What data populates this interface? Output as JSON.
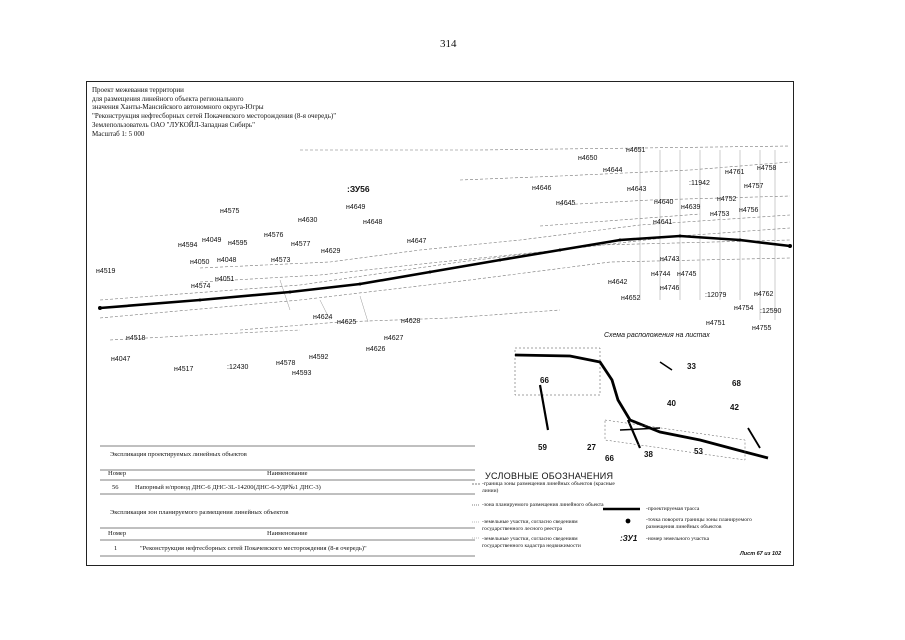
{
  "page_number": "314",
  "title_block": {
    "lines": [
      "Проект межевания территории",
      "для размещения линейного объекта регионального",
      "значения Ханты-Мансийского автономного округа-Югры",
      "\"Реконструкция нефтесборных сетей Покачевского месторождения (8-я очередь)\"",
      "Землепользователь ОАО \"ЛУКОЙЛ-Западная Сибирь\"",
      "Масштаб 1: 5 000"
    ]
  },
  "map": {
    "zone_label": ":ЗУ56",
    "parcel_labels": [
      {
        "text": "н4575"
      },
      {
        "text": "н4649"
      },
      {
        "text": "н4630"
      },
      {
        "text": "н4648"
      },
      {
        "text": "н4576"
      },
      {
        "text": "н4049"
      },
      {
        "text": "н4595"
      },
      {
        "text": "н4594"
      },
      {
        "text": "н4577"
      },
      {
        "text": "н4629"
      },
      {
        "text": "н4050"
      },
      {
        "text": "н4048"
      },
      {
        "text": "н4573"
      },
      {
        "text": "н4647"
      },
      {
        "text": "н4519"
      },
      {
        "text": "н4051"
      },
      {
        "text": "н4574"
      },
      {
        "text": "н4650"
      },
      {
        "text": "н4651"
      },
      {
        "text": "н4644"
      },
      {
        "text": "н4646"
      },
      {
        "text": "н4643"
      },
      {
        "text": ":11942"
      },
      {
        "text": "н4761"
      },
      {
        "text": "н4758"
      },
      {
        "text": "н4757"
      },
      {
        "text": "н4645"
      },
      {
        "text": "н4640"
      },
      {
        "text": "н4639"
      },
      {
        "text": "н4752"
      },
      {
        "text": "н4756"
      },
      {
        "text": "н4753"
      },
      {
        "text": "н4641"
      },
      {
        "text": "н4743"
      },
      {
        "text": "н4744"
      },
      {
        "text": "н4745"
      },
      {
        "text": "н4642"
      },
      {
        "text": "н4746"
      },
      {
        "text": "н4652"
      },
      {
        "text": ":12079"
      },
      {
        "text": "н4762"
      },
      {
        "text": "н4754"
      },
      {
        "text": ":12590"
      },
      {
        "text": "н4751"
      },
      {
        "text": "н4755"
      },
      {
        "text": "н4624"
      },
      {
        "text": "н4625"
      },
      {
        "text": "н4628"
      },
      {
        "text": "н4627"
      },
      {
        "text": "н4626"
      },
      {
        "text": "н4518"
      },
      {
        "text": "н4047"
      },
      {
        "text": "н4517"
      },
      {
        "text": ":12430"
      },
      {
        "text": "н4578"
      },
      {
        "text": "н4592"
      },
      {
        "text": "н4593"
      }
    ]
  },
  "inset": {
    "title": "Схема расположения на листах",
    "sheet_numbers": [
      "66",
      "33",
      "68",
      "40",
      "42",
      "59",
      "27",
      "66",
      "38",
      "53"
    ]
  },
  "table_objects": {
    "title": "Экспликация проектируемых линейных объектов",
    "col_number": "Номер",
    "col_name": "Наименование",
    "rows": [
      {
        "number": "56",
        "name": "Напорный н/провод ДНС-6 ДНС-3L-14200(ДНС-6-УДР№1 ДНС-3)"
      }
    ]
  },
  "table_zones": {
    "title": "Экспликация зон планируемого размещения линейных объектов",
    "col_number": "Номер",
    "col_name": "Наименование",
    "rows": [
      {
        "number": "1",
        "name": "\"Реконструкция нефтесборных сетей Покачевского месторождения (8-я очередь)\""
      }
    ]
  },
  "legend": {
    "title": "УСЛОВНЫЕ ОБОЗНАЧЕНИЯ",
    "left_items": [
      "-граница зоны размещения линейных объектов (красные линии)",
      "-зона планируемого размещения линейного объекта",
      "-земельные участки, согласно сведениям государственного лесного реестра",
      "-земельные участки, согласно сведениям государственного кадастра недвижимости"
    ],
    "right_items": [
      "-проектируемая трасса",
      "-точка поворота границы зоны планируемого размещения линейных объектов",
      "-номер земельного участка"
    ],
    "parcel_symbol": ":ЗУ1"
  },
  "sheet_info": "Лист 67 из 102"
}
